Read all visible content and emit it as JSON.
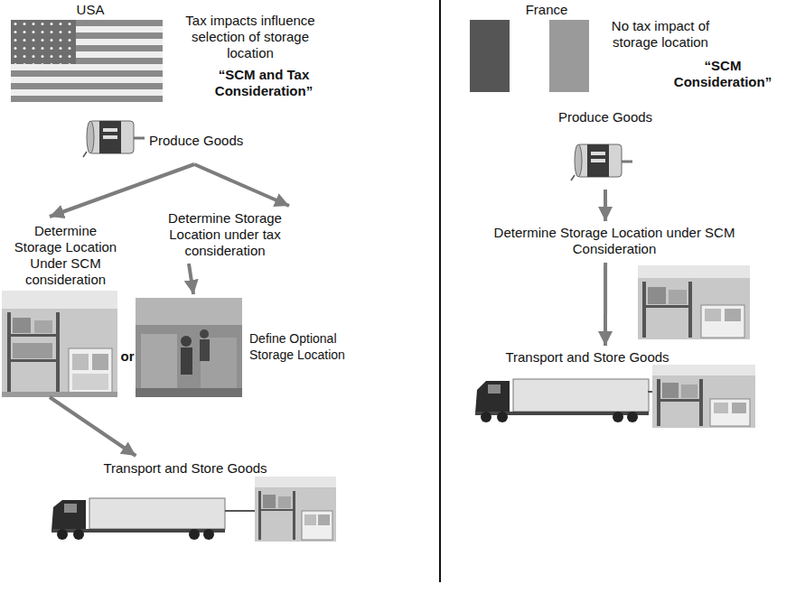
{
  "diagram": {
    "nodes": [
      {
        "text": [
          "Produce Goods"
        ]
      },
      {
        "text": [
          "Determine Storage Location Under SCM consideration"
        ]
      },
      {
        "text": [
          "Determine Storage Location under tax consideration"
        ]
      },
      {
        "text": [
          "Define Optional Storage Location"
        ]
      },
      {
        "text": [
          "Transport and Store Goods"
        ]
      },
      {
        "text": [
          "Produce Goods"
        ]
      },
      {
        "text": [
          "Determine Storage Location under SCM Consideration"
        ]
      },
      {
        "text": [
          "Transport and Store Goods"
        ]
      }
    ],
    "edges": [
      {
        "from": 0,
        "to": 1,
        "arrow": "to"
      },
      {
        "from": 0,
        "to": 2,
        "arrow": "to"
      },
      {
        "from": 2,
        "to": 3,
        "arrow": "to"
      },
      {
        "from": 1,
        "to": 4,
        "arrow": "to"
      },
      {
        "from": 5,
        "to": 6,
        "arrow": "to"
      },
      {
        "from": 6,
        "to": 7,
        "arrow": "to"
      }
    ],
    "labels": [
      "USA",
      "Tax impacts influence selection of storage location",
      "“SCM and Tax Consideration”",
      "or",
      "France",
      "No tax impact of storage location",
      "“SCM Consideration”"
    ]
  }
}
